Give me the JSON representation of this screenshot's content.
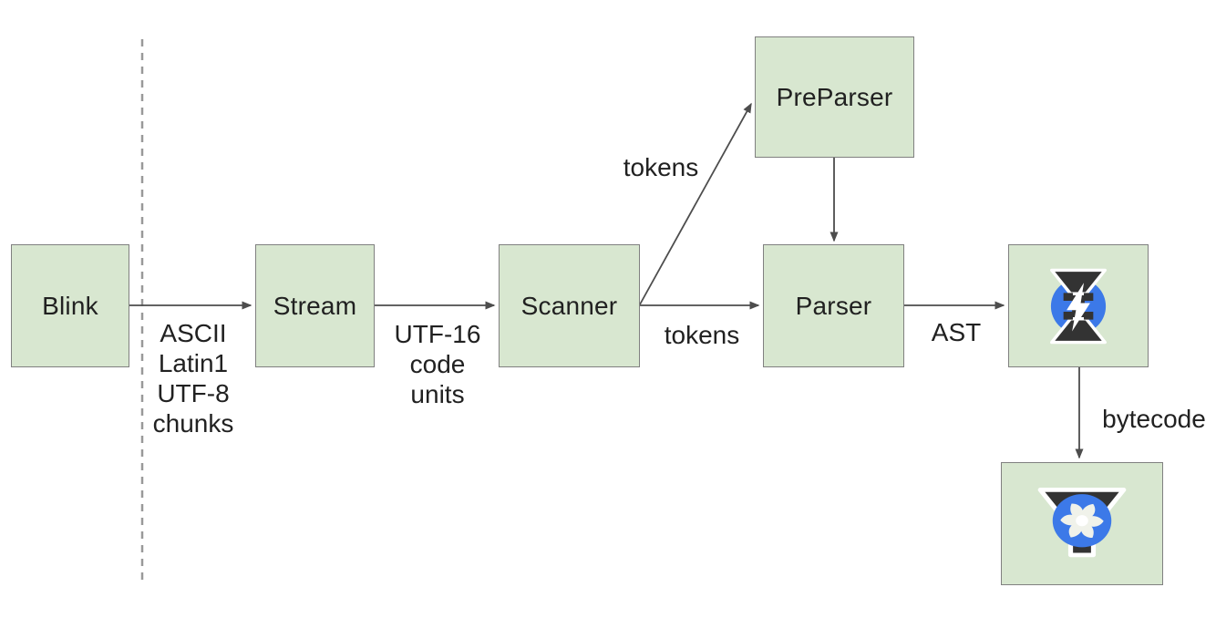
{
  "diagram": {
    "name": "v8-parsing-pipeline",
    "background": "#ffffff"
  },
  "colors": {
    "node_fill": "#d8e7d0",
    "node_border": "#808080",
    "arrow": "#4d4d4d",
    "dashed_line": "#999999",
    "text": "#212121",
    "logo_blue": "#3c79e8",
    "logo_dark": "#333333",
    "fan_blade": "#f0f2ea"
  },
  "nodes": {
    "blink": {
      "label": "Blink"
    },
    "stream": {
      "label": "Stream"
    },
    "scanner": {
      "label": "Scanner"
    },
    "preparser": {
      "label": "PreParser"
    },
    "parser": {
      "label": "Parser"
    },
    "ignition": {
      "icon": "ignition-logo (hourglass with lightning bolt in blue circle)"
    },
    "turbofan": {
      "icon": "turbofan-logo (funnel with blue fan turbine)"
    }
  },
  "edge_labels": {
    "blink_to_stream": {
      "lines": [
        "ASCII",
        "Latin1",
        "UTF-8",
        "chunks"
      ]
    },
    "stream_to_scanner": {
      "lines": [
        "UTF-16",
        "code",
        "units"
      ]
    },
    "scanner_to_preparser": "tokens",
    "scanner_to_parser": "tokens",
    "parser_to_ignition": "AST",
    "ignition_to_turbofan": "bytecode"
  }
}
